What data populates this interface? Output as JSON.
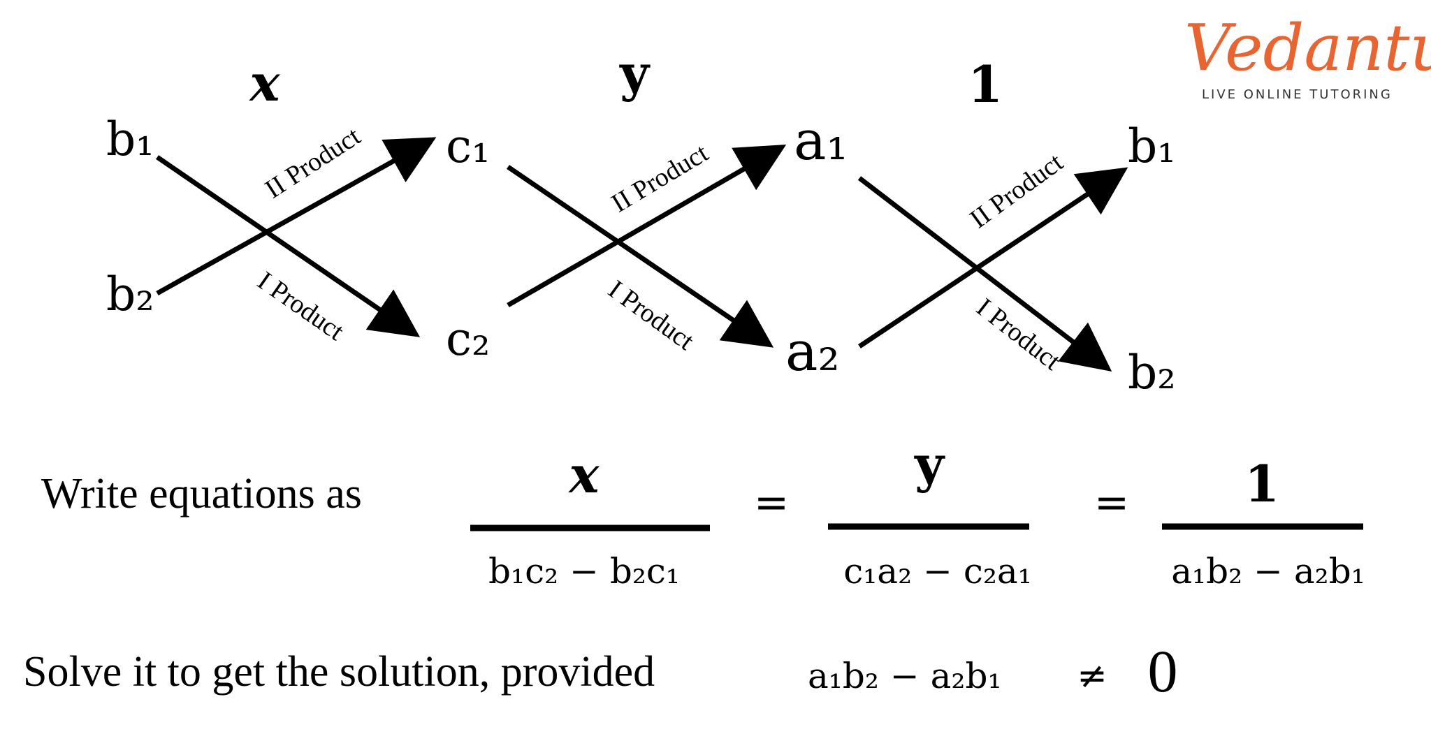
{
  "logo": {
    "brand": "Vedantu",
    "tagline": "LIVE ONLINE TUTORING",
    "color": "#E86430"
  },
  "headers": {
    "x": "x",
    "y": "y",
    "one": "1"
  },
  "nodes": {
    "b1_left": "b₁",
    "b2_left": "b₂",
    "c1": "c₁",
    "c2": "c₂",
    "a1": "a₁",
    "a2": "a₂",
    "b1_right": "b₁",
    "b2_right": "b₂"
  },
  "labels": {
    "second_product": "II Product",
    "first_product": "I Product"
  },
  "equation": {
    "intro": "Write equations as",
    "num_x": "x",
    "num_y": "y",
    "num_1": "1",
    "den_x": "b₁c₂ − b₂c₁",
    "den_y": "c₁a₂ − c₂a₁",
    "den_1": "a₁b₂ − a₂b₁",
    "equals": "="
  },
  "condition": {
    "text": "Solve it to get the solution, provided",
    "expr": "a₁b₂ − a₂b₁",
    "neq": "≠",
    "zero": "0"
  }
}
